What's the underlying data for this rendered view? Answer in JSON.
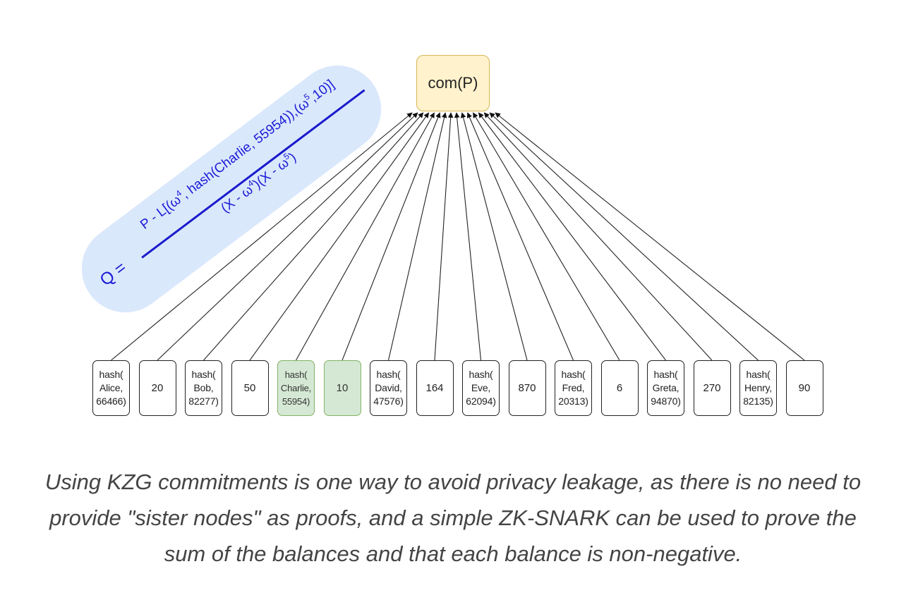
{
  "diagram": {
    "root": {
      "label": "com(P)",
      "fill": "#fff2cc",
      "stroke": "#d6b656"
    },
    "formula": {
      "lhs": "Q =",
      "numerator_parts": [
        "P - L[(ω",
        "4",
        ", hash(Charlie, 55954)),(ω",
        "5",
        ",10)]"
      ],
      "denominator_parts": [
        "(X - ω",
        "4",
        ")(X - ω",
        "5",
        ")"
      ],
      "text_color": "#1a1ad6",
      "background": "#dae8fc"
    },
    "leaves": [
      {
        "label": "hash(\nAlice,\n66466)",
        "type": "hash",
        "highlighted": false
      },
      {
        "label": "20",
        "type": "balance",
        "highlighted": false
      },
      {
        "label": "hash(\nBob,\n82277)",
        "type": "hash",
        "highlighted": false
      },
      {
        "label": "50",
        "type": "balance",
        "highlighted": false
      },
      {
        "label": "hash(\nCharlie,\n55954)",
        "type": "hash",
        "highlighted": true
      },
      {
        "label": "10",
        "type": "balance",
        "highlighted": true
      },
      {
        "label": "hash(\nDavid,\n47576)",
        "type": "hash",
        "highlighted": false
      },
      {
        "label": "164",
        "type": "balance",
        "highlighted": false
      },
      {
        "label": "hash(\nEve,\n62094)",
        "type": "hash",
        "highlighted": false
      },
      {
        "label": "870",
        "type": "balance",
        "highlighted": false
      },
      {
        "label": "hash(\nFred,\n20313)",
        "type": "hash",
        "highlighted": false
      },
      {
        "label": "6",
        "type": "balance",
        "highlighted": false
      },
      {
        "label": "hash(\nGreta,\n94870)",
        "type": "hash",
        "highlighted": false
      },
      {
        "label": "270",
        "type": "balance",
        "highlighted": false
      },
      {
        "label": "hash(\nHenry,\n82135)",
        "type": "hash",
        "highlighted": false
      },
      {
        "label": "90",
        "type": "balance",
        "highlighted": false
      }
    ],
    "highlight_fill": "#d5e8d4",
    "highlight_stroke": "#82b366"
  },
  "caption": "Using KZG commitments is one way to avoid privacy leakage, as there is no need to provide \"sister nodes\" as proofs, and a simple ZK-SNARK can be used to prove the sum of the balances and that each balance is non-negative."
}
